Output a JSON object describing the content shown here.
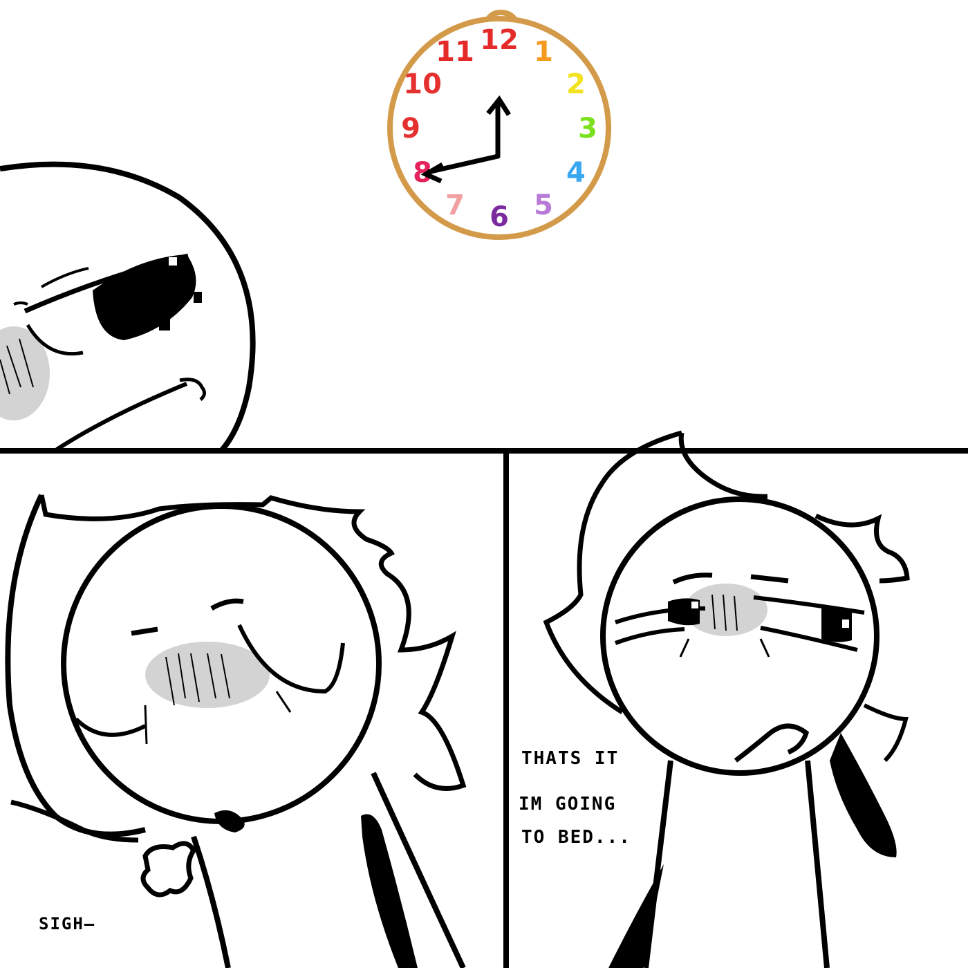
{
  "comic": {
    "panel_top": {
      "clock": {
        "numerals": [
          {
            "text": "12",
            "color": "#e52a2a"
          },
          {
            "text": "1",
            "color": "#f59a1c"
          },
          {
            "text": "2",
            "color": "#f2e21f"
          },
          {
            "text": "3",
            "color": "#7be11f"
          },
          {
            "text": "4",
            "color": "#37a7f0"
          },
          {
            "text": "5",
            "color": "#b77ad6"
          },
          {
            "text": "6",
            "color": "#7a2a9e"
          },
          {
            "text": "7",
            "color": "#f0a0a0"
          },
          {
            "text": "8",
            "color": "#e5205a"
          },
          {
            "text": "9",
            "color": "#e53030"
          },
          {
            "text": "10",
            "color": "#e53030"
          },
          {
            "text": "11",
            "color": "#e52a2a"
          }
        ],
        "rim_color": "#d39a4a",
        "hour": 12,
        "minute": 40
      }
    },
    "panel_bottom_left": {
      "sfx": "SIGH—"
    },
    "panel_bottom_right": {
      "speech": {
        "line1": "THATS IT",
        "line2": "IM GOING",
        "line3": "TO BED..."
      }
    },
    "blush_color": "#d3d3d3",
    "ink_color": "#000000"
  }
}
